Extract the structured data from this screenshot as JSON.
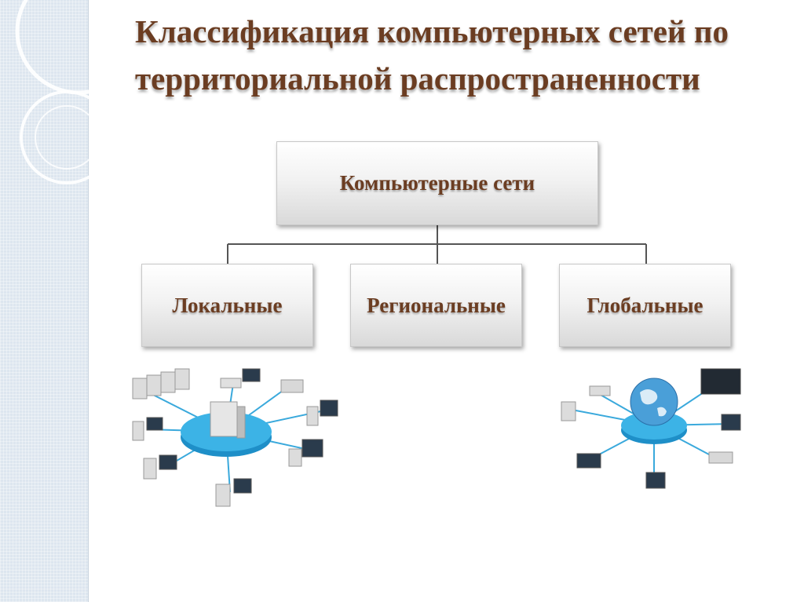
{
  "title": "Классификация компьютерных сетей по территориальной распространенности",
  "diagram": {
    "root": "Компьютерные сети",
    "children": [
      "Локальные",
      "Региональные",
      "Глобальные"
    ]
  },
  "colors": {
    "text": "#6b3d22",
    "connector": "#555555",
    "hub": "#2fa6de",
    "left_strip": "#dde6ef"
  },
  "images": [
    {
      "name": "local-network-illustration",
      "depicts": "star network of computers around a server"
    },
    {
      "name": "global-network-illustration",
      "depicts": "star network of devices around a globe"
    }
  ]
}
